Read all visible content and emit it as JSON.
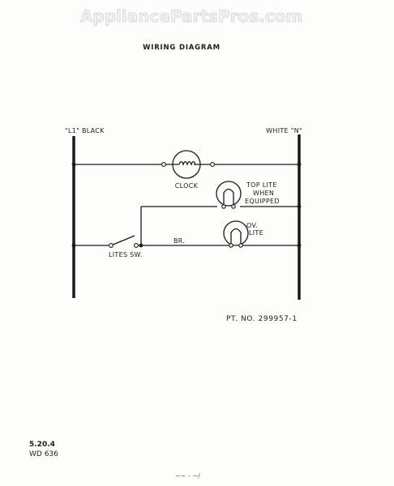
{
  "watermark": "AppliancePartsPros.com",
  "diagram": {
    "title": "WIRING DIAGRAM",
    "left_bus_label": "\"L1\" BLACK",
    "right_bus_label": "WHITE \"N\"",
    "clock_label": "CLOCK",
    "top_lite_label": [
      "TOP LITE",
      "WHEN",
      "EQUIPPED"
    ],
    "oven_lite_label": [
      "OV.",
      "LITE"
    ],
    "switch_label": "LITES  SW.",
    "wire_br_label": "BR.",
    "part_number": "PT. NO. 299957-1"
  },
  "footer": {
    "section": "5.20.4",
    "wd": "WD 636",
    "bottom_mark": "~~ - ~/"
  }
}
